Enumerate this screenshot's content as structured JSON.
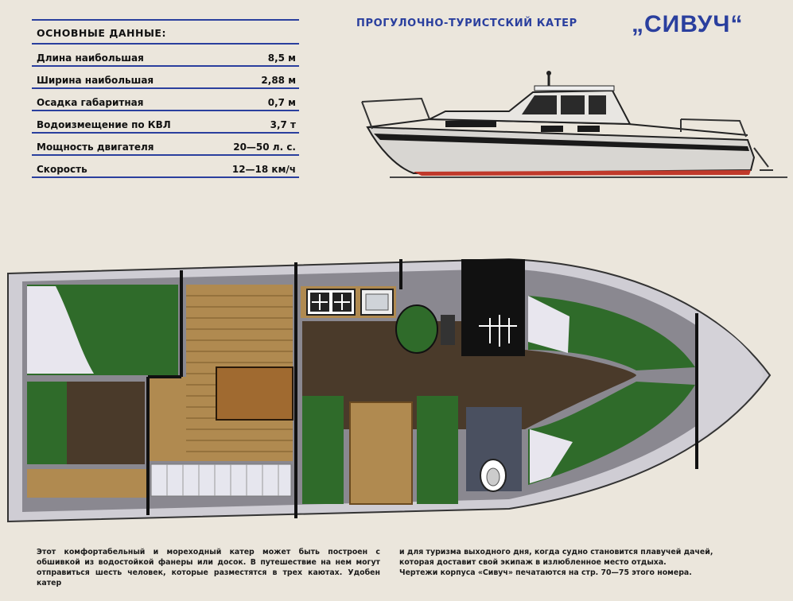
{
  "specs": {
    "heading": "ОСНОВНЫЕ ДАННЫЕ:",
    "rows": [
      {
        "label": "Длина наибольшая",
        "value": "8,5 м"
      },
      {
        "label": "Ширина наибольшая",
        "value": "2,88 м"
      },
      {
        "label": "Осадка габаритная",
        "value": "0,7 м"
      },
      {
        "label": "Водоизмещение по КВЛ",
        "value": "3,7 т"
      },
      {
        "label": "Мощность двигателя",
        "value": "20—50 л. с."
      },
      {
        "label": "Скорость",
        "value": "12—18 км/ч"
      }
    ]
  },
  "header": {
    "headline": "ПРОГУЛОЧНО-ТУРИСТСКИЙ КАТЕР",
    "name": "„СИВУЧ“"
  },
  "description": {
    "left": "Этот комфортабельный и мореходный катер может быть построен с обшивкой из водостойкой фанеры или досок. В путешествие на нем могут отправиться шесть человек, которые разместятся в трех каютах. Удобен катер",
    "right_1": "и для туризма выходного дня, когда судно становится плавучей дачей, которая доставит свой экипаж в излюбленное место отдыха.",
    "right_2": "Чертежи корпуса «Сивуч» печатаются на стр. 70—75 этого номера."
  },
  "colors": {
    "accent_blue": "#2a3f9e",
    "cabin_green": "#2f6b2a",
    "hull_red": "#c0392b",
    "deck_wood": "#b08a50",
    "floor_brown": "#4a3a2a"
  },
  "icons": [
    "side-view-illustration",
    "deck-plan-illustration",
    "stove-icon",
    "sink-icon",
    "helm-seat-icon",
    "toilet-icon"
  ]
}
